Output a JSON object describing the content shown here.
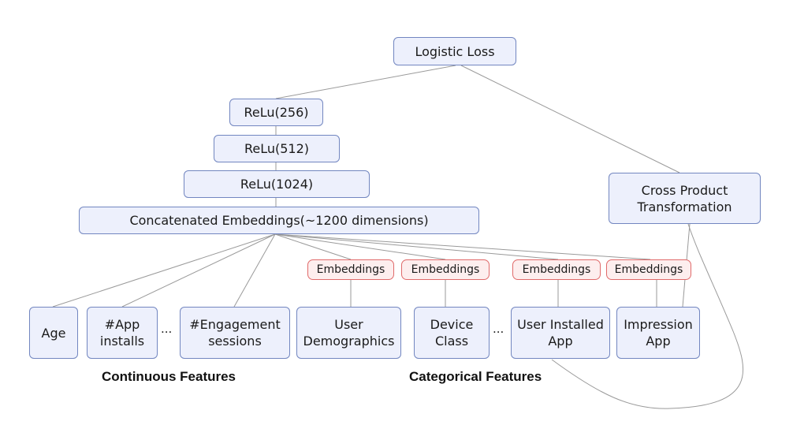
{
  "nodes": {
    "logistic_loss": "Logistic Loss",
    "relu_256": "ReLu(256)",
    "relu_512": "ReLu(512)",
    "relu_1024": "ReLu(1024)",
    "concat": "Concatenated Embeddings(~1200 dimensions)",
    "cross_product": "Cross Product\nTransformation",
    "age": "Age",
    "app_installs": "#App\ninstalls",
    "engagement": "#Engagement\nsessions",
    "user_demographics": "User\nDemographics",
    "device_class": "Device\nClass",
    "user_installed_app": "User Installed\nApp",
    "impression_app": "Impression\nApp"
  },
  "embeddings_label": "Embeddings",
  "ellipsis": "...",
  "groups": {
    "continuous": "Continuous Features",
    "categorical": "Categorical Features"
  },
  "colors": {
    "node_fill": "#edf0fc",
    "node_border": "#7286c0",
    "embedding_fill": "#fdeeee",
    "embedding_border": "#e06a6a",
    "edge": "#9a9a9a"
  }
}
